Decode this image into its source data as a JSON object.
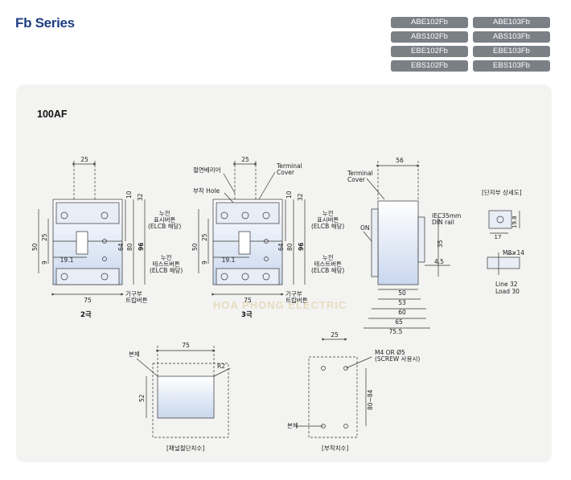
{
  "header": {
    "series_title": "Fb Series",
    "models": [
      "ABE102Fb",
      "ABE103Fb",
      "ABS102Fb",
      "ABS103Fb",
      "EBE102Fb",
      "EBE103Fb",
      "EBS102Fb",
      "EBS103Fb"
    ]
  },
  "section": {
    "title": "100AF"
  },
  "pole2": {
    "caption": "2극",
    "dims": {
      "top": "25",
      "bottom": "75",
      "h1": "10",
      "h2": "32",
      "h3": "64",
      "h4": "80",
      "h5": "96",
      "left1": "25",
      "left2": "50",
      "left3": "9",
      "side": "19.1"
    },
    "label_indicator": [
      "누전",
      "표시버튼",
      "(ELCB 해당)"
    ],
    "label_test": [
      "누전",
      "테스트버튼",
      "(ELCB 해당)"
    ],
    "label_trip": [
      "기구부",
      "트립버튼"
    ]
  },
  "pole3": {
    "caption": "3극",
    "dims": {
      "top": "25",
      "bottom": "75",
      "h1": "10",
      "h2": "32",
      "h3": "64",
      "h4": "80",
      "h5": "96",
      "left1": "25",
      "left2": "50",
      "left3": "9",
      "side": "19.1"
    },
    "label_barrier": "절연베리어",
    "label_hole": "부착 Hole",
    "label_cover": [
      "Terminal",
      "Cover"
    ],
    "label_indicator": [
      "누전",
      "표시버튼",
      "(ELCB 해당)"
    ],
    "label_test": [
      "누전",
      "테스트버튼",
      "(ELCB 해당)"
    ],
    "label_trip": [
      "기구부",
      "트립버튼"
    ]
  },
  "side": {
    "top": "56",
    "cover": [
      "Terminal",
      "Cover"
    ],
    "on": "ON",
    "rail": [
      "IEC35mm",
      "DIN rail"
    ],
    "d35": "35",
    "d45": "4.5",
    "bottom": [
      "50",
      "53",
      "60",
      "65",
      "75.5"
    ]
  },
  "terminal_detail": {
    "title": "[단자부 상세도]",
    "d1": "17",
    "d2": "19.8",
    "screw": "M8×14",
    "line": "Line 32",
    "load": "Load 30"
  },
  "panel_cutout": {
    "title": "[패널절단치수]",
    "w": "75",
    "h": "52",
    "r": "R2",
    "body": "본체"
  },
  "mounting": {
    "title": "[부착치수]",
    "w": "25",
    "screw": [
      "M4 OR Ø5",
      "(SCREW 사용시)"
    ],
    "h": "80~84",
    "body": "본체"
  },
  "watermark": "HOA PHONG ELECTRIC"
}
